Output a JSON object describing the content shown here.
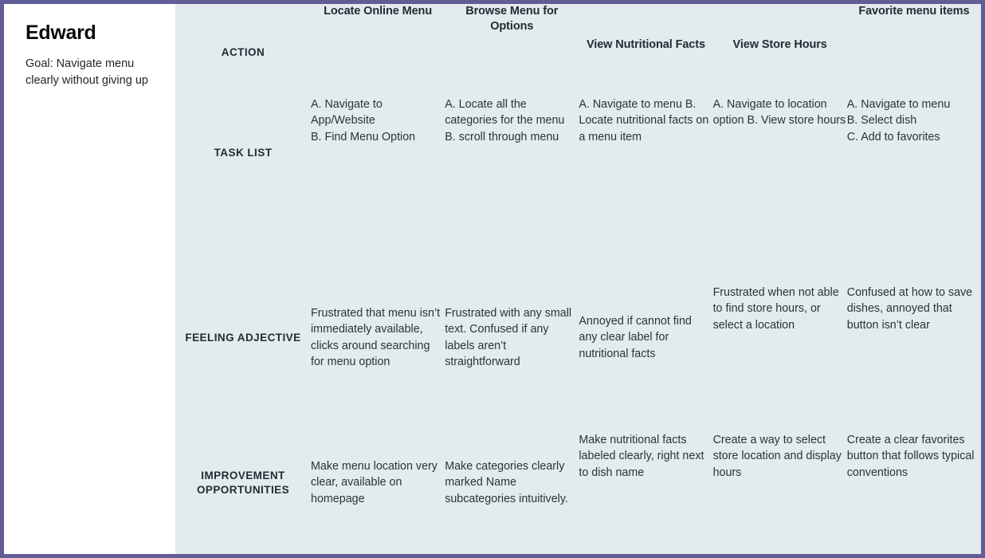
{
  "theme": {
    "border_color": "#615d96",
    "grid_background": "#e4ebee",
    "panel_background": "#ffffff",
    "heading_color": "#222c33",
    "body_text_color": "#2b3338"
  },
  "persona": {
    "name": "Edward",
    "goal": "Goal: Navigate menu clearly without giving up"
  },
  "columns": [
    {
      "id": "locate-online-menu",
      "label": "Locate Online Menu"
    },
    {
      "id": "browse-menu",
      "label": "Browse Menu for Options"
    },
    {
      "id": "view-nutritional",
      "label": "View Nutritional Facts"
    },
    {
      "id": "view-store-hours",
      "label": "View Store Hours"
    },
    {
      "id": "favorite-menu-items",
      "label": "Favorite menu items"
    }
  ],
  "rows": {
    "action": {
      "label": "ACTION"
    },
    "task_list": {
      "label": "TASK LIST",
      "cells": [
        "A. Navigate to App/Website\nB. Find Menu Option",
        "A. Locate all the categories for the menu\nB. scroll through menu",
        "A. Navigate to menu B. Locate nutritional facts on a menu item",
        "A. Navigate to location option B. View store hours",
        "A. Navigate to menu\nB. Select dish\nC. Add to favorites"
      ]
    },
    "feeling_adjective": {
      "label": "FEELING ADJECTIVE",
      "cells": [
        "Frustrated that menu isn’t immediately available, clicks around searching for menu option",
        "Frustrated with any small text. Confused if any labels aren’t straightforward",
        "Annoyed if cannot find any clear label for nutritional facts",
        "Frustrated when not able to find store hours, or select a location",
        "Confused at how to save dishes, annoyed that button isn’t clear"
      ]
    },
    "improvement_opportunities": {
      "label": "IMPROVEMENT OPPORTUNITIES",
      "cells": [
        "Make menu location very clear, available on homepage",
        "Make categories clearly marked Name subcategories intuitively.",
        "Make nutritional facts labeled clearly, right next to dish name",
        "Create a way to select store location and display hours",
        "Create a clear favorites button that follows typical conventions"
      ]
    }
  }
}
